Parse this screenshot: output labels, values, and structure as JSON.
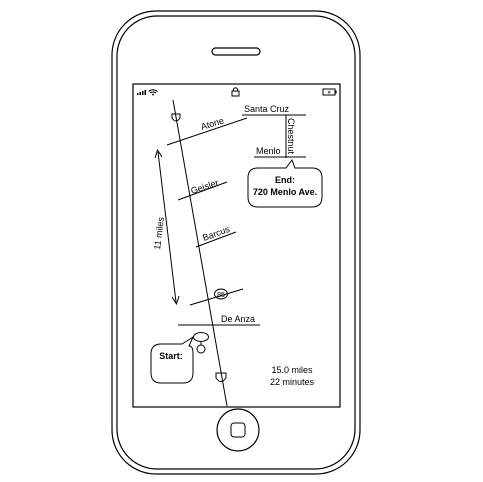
{
  "map": {
    "streets": {
      "santa_cruz": "Santa Cruz",
      "chestnut": "Chestnut",
      "menlo": "Menlo",
      "atone": "Atone",
      "geisler": "Geisler",
      "barcus": "Barcus",
      "de_anza": "De Anza",
      "highway": "85"
    },
    "distance_marker": "11 miles",
    "end_callout": {
      "title": "End:",
      "address": "720 Menlo Ave."
    },
    "start_callout": {
      "title": "Start:"
    },
    "summary": {
      "distance": "15.0 miles",
      "duration": "22 minutes"
    }
  },
  "status_bar": {
    "signal_icon": "signal-bars-icon",
    "wifi_icon": "wifi-icon",
    "lock_icon": "lock-icon",
    "battery_icon": "battery-charging-icon"
  },
  "hardware": {
    "home_button_icon": "home-button-icon",
    "speaker_icon": "speaker-slot-icon"
  }
}
